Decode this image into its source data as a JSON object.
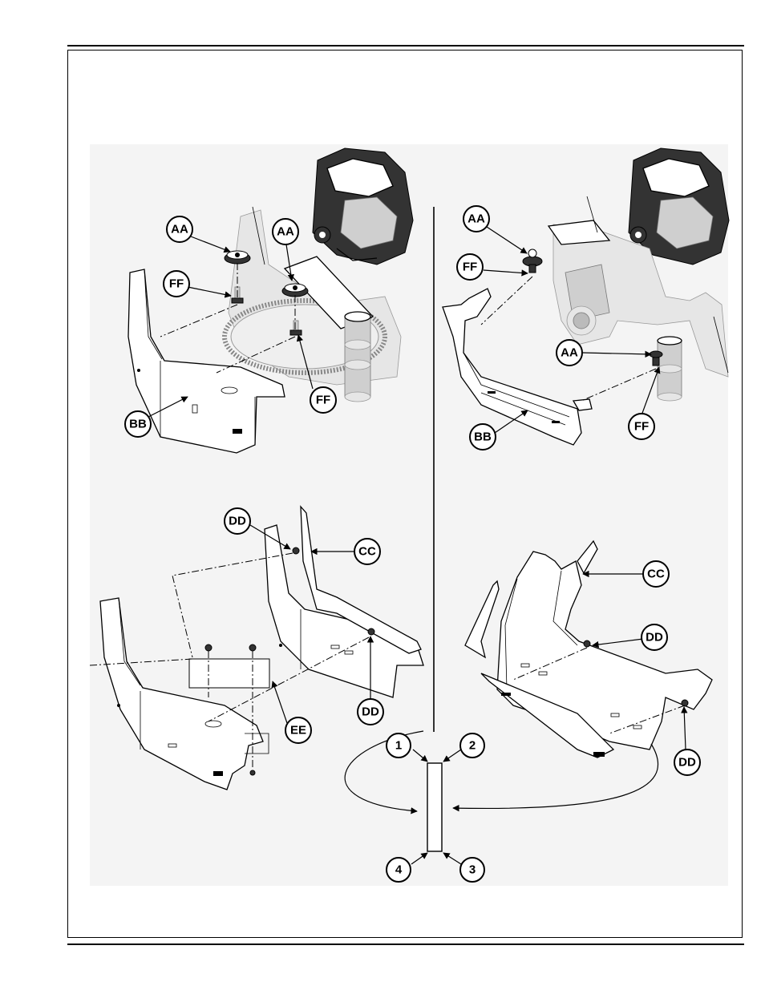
{
  "callouts": {
    "aa": "AA",
    "bb": "BB",
    "cc": "CC",
    "dd": "DD",
    "ee": "EE",
    "ff": "FF"
  },
  "sequence": [
    "1",
    "2",
    "3",
    "4"
  ],
  "colors": {
    "line": "#000000",
    "background": "#ffffff",
    "shading": "#cfcfcf"
  }
}
